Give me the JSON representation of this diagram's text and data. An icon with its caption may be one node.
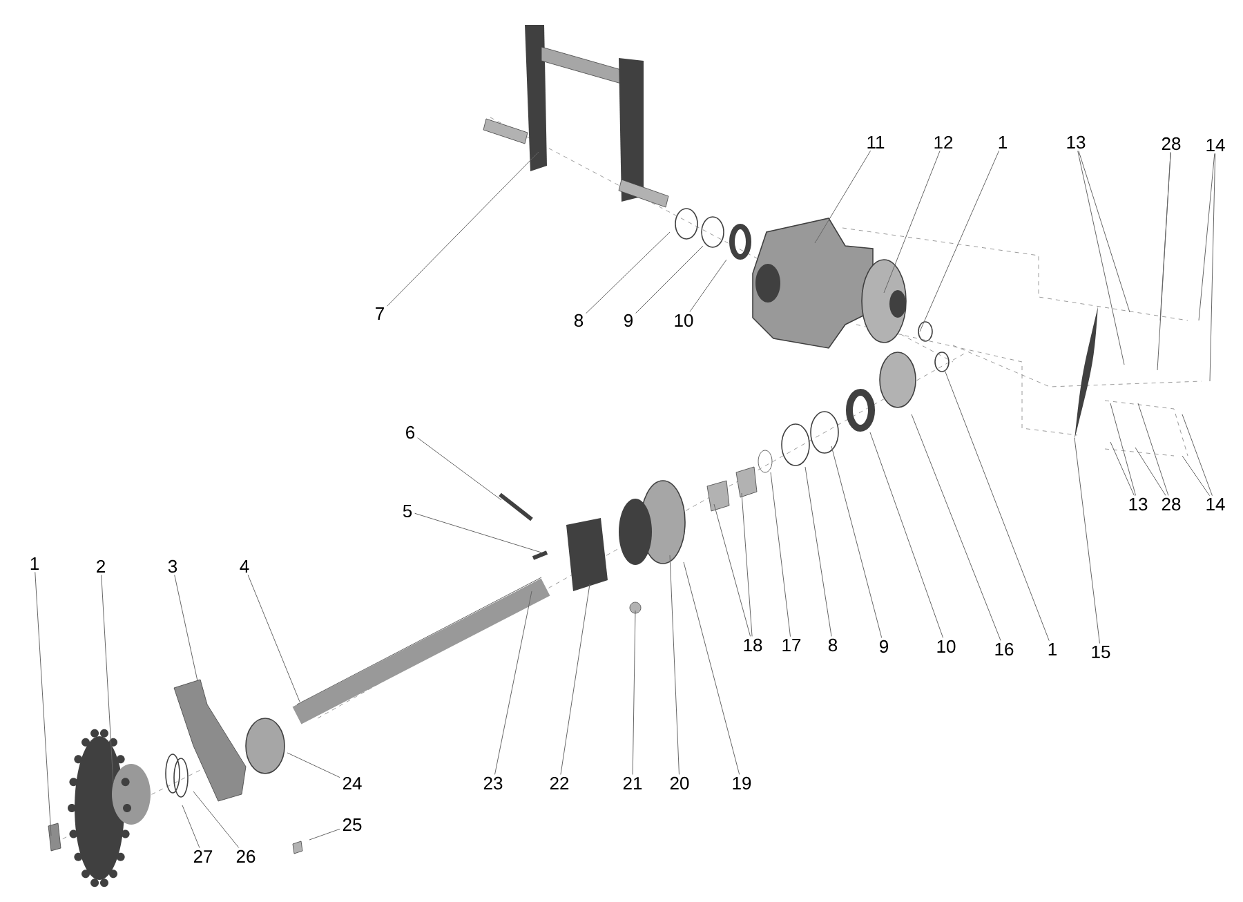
{
  "diagram": {
    "nodes": [
      {
        "text": [
          "11"
        ]
      },
      {
        "text": [
          "12"
        ]
      },
      {
        "text": [
          "1"
        ]
      },
      {
        "text": [
          "13"
        ]
      },
      {
        "text": [
          "28"
        ]
      },
      {
        "text": [
          "14"
        ]
      },
      {
        "text": [
          "7"
        ]
      },
      {
        "text": [
          "8"
        ]
      },
      {
        "text": [
          "9"
        ]
      },
      {
        "text": [
          "10"
        ]
      },
      {
        "text": [
          "6"
        ]
      },
      {
        "text": [
          "13"
        ]
      },
      {
        "text": [
          "28"
        ]
      },
      {
        "text": [
          "14"
        ]
      },
      {
        "text": [
          "5"
        ]
      },
      {
        "text": [
          "1"
        ]
      },
      {
        "text": [
          "2"
        ]
      },
      {
        "text": [
          "3"
        ]
      },
      {
        "text": [
          "4"
        ]
      },
      {
        "text": [
          "18"
        ]
      },
      {
        "text": [
          "17"
        ]
      },
      {
        "text": [
          "8"
        ]
      },
      {
        "text": [
          "9"
        ]
      },
      {
        "text": [
          "10"
        ]
      },
      {
        "text": [
          "16"
        ]
      },
      {
        "text": [
          "1"
        ]
      },
      {
        "text": [
          "15"
        ]
      },
      {
        "text": [
          "24"
        ]
      },
      {
        "text": [
          "23"
        ]
      },
      {
        "text": [
          "22"
        ]
      },
      {
        "text": [
          "21"
        ]
      },
      {
        "text": [
          "20"
        ]
      },
      {
        "text": [
          "19"
        ]
      },
      {
        "text": [
          "25"
        ]
      },
      {
        "text": [
          "27"
        ]
      },
      {
        "text": [
          "26"
        ]
      }
    ],
    "edges": [
      {
        "from": 0,
        "to": null,
        "arrow": "none"
      },
      {
        "from": 1,
        "to": null,
        "arrow": "none"
      },
      {
        "from": 2,
        "to": null,
        "arrow": "none"
      },
      {
        "from": 3,
        "to": null,
        "arrow": "none"
      },
      {
        "from": 3,
        "to": null,
        "arrow": "none"
      },
      {
        "from": 4,
        "to": null,
        "arrow": "none"
      },
      {
        "from": 4,
        "to": null,
        "arrow": "none"
      },
      {
        "from": 5,
        "to": null,
        "arrow": "none"
      },
      {
        "from": 5,
        "to": null,
        "arrow": "none"
      },
      {
        "from": 6,
        "to": null,
        "arrow": "none"
      },
      {
        "from": 7,
        "to": null,
        "arrow": "none"
      },
      {
        "from": 8,
        "to": null,
        "arrow": "none"
      },
      {
        "from": 9,
        "to": null,
        "arrow": "none"
      },
      {
        "from": 10,
        "to": null,
        "arrow": "none"
      },
      {
        "from": 11,
        "to": null,
        "arrow": "none"
      },
      {
        "from": 11,
        "to": null,
        "arrow": "none"
      },
      {
        "from": 12,
        "to": null,
        "arrow": "none"
      },
      {
        "from": 12,
        "to": null,
        "arrow": "none"
      },
      {
        "from": 13,
        "to": null,
        "arrow": "none"
      },
      {
        "from": 13,
        "to": null,
        "arrow": "none"
      },
      {
        "from": 14,
        "to": null,
        "arrow": "none"
      },
      {
        "from": 15,
        "to": null,
        "arrow": "none"
      },
      {
        "from": 16,
        "to": null,
        "arrow": "none"
      },
      {
        "from": 17,
        "to": null,
        "arrow": "none"
      },
      {
        "from": 18,
        "to": null,
        "arrow": "none"
      },
      {
        "from": 19,
        "to": null,
        "arrow": "none"
      },
      {
        "from": 19,
        "to": null,
        "arrow": "none"
      },
      {
        "from": 20,
        "to": null,
        "arrow": "none"
      },
      {
        "from": 21,
        "to": null,
        "arrow": "none"
      },
      {
        "from": 22,
        "to": null,
        "arrow": "none"
      },
      {
        "from": 23,
        "to": null,
        "arrow": "none"
      },
      {
        "from": 24,
        "to": null,
        "arrow": "none"
      },
      {
        "from": 25,
        "to": null,
        "arrow": "none"
      },
      {
        "from": 26,
        "to": null,
        "arrow": "none"
      },
      {
        "from": 27,
        "to": null,
        "arrow": "none"
      },
      {
        "from": 28,
        "to": null,
        "arrow": "none"
      },
      {
        "from": 29,
        "to": null,
        "arrow": "none"
      },
      {
        "from": 30,
        "to": null,
        "arrow": "none"
      },
      {
        "from": 31,
        "to": null,
        "arrow": "none"
      },
      {
        "from": 32,
        "to": null,
        "arrow": "none"
      },
      {
        "from": 33,
        "to": null,
        "arrow": "none"
      },
      {
        "from": 34,
        "to": null,
        "arrow": "none"
      },
      {
        "from": 35,
        "to": null,
        "arrow": "none"
      }
    ]
  }
}
